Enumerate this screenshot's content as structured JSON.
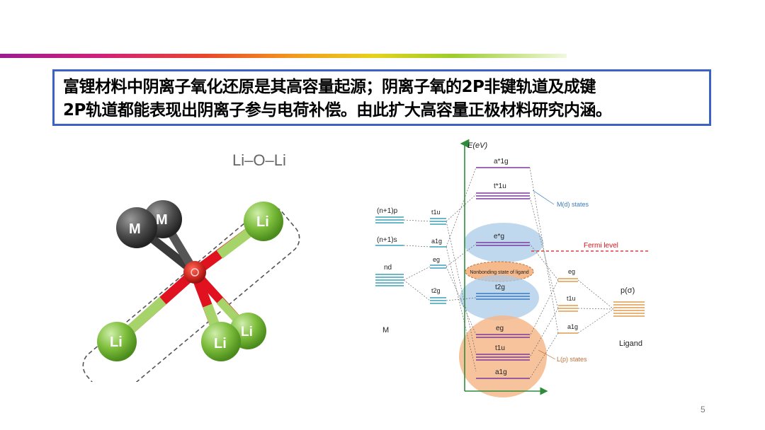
{
  "slide": {
    "title_line1": "富锂材料中阴离子氧化还原是其高容量起源；阴离子氧的2P非键轨道及成键",
    "title_line2": "2P轨道都能表现出阴离子参与电荷补偿。由此扩大高容量正极材料研究内涵。",
    "page_number": "5"
  },
  "structure": {
    "caption": "Li–O–Li",
    "atom_M": "M",
    "atom_Li": "Li"
  },
  "energy_diagram": {
    "axis_label": "E(eV)",
    "left_label_M": "M",
    "metal_levels": [
      "(n+1)p",
      "(n+1)s",
      "nd"
    ],
    "metal_split": [
      "t1u",
      "a1g",
      "eg",
      "t2g"
    ],
    "mo_levels": [
      "a*1g",
      "t*1u",
      "e*g",
      "t2g",
      "eg",
      "t1u",
      "a1g"
    ],
    "nonbonding": "Nonbonding state of ligand",
    "md_states": "M(d) states",
    "lp_states": "L(p) states",
    "fermi": "Fermi level",
    "ligand_levels": [
      "eg",
      "t1u",
      "a1g"
    ],
    "ligand_group": "p(σ)",
    "ligand_label": "Ligand"
  },
  "colors": {
    "title_border": "#3b62c4",
    "oxygen": "#d22b1f",
    "lithium": "#7dbd3c",
    "metal": "#4a4a4a",
    "fermi": "#d6151b",
    "md_region": "#a9cbe8",
    "lp_region": "#f5b98c"
  }
}
